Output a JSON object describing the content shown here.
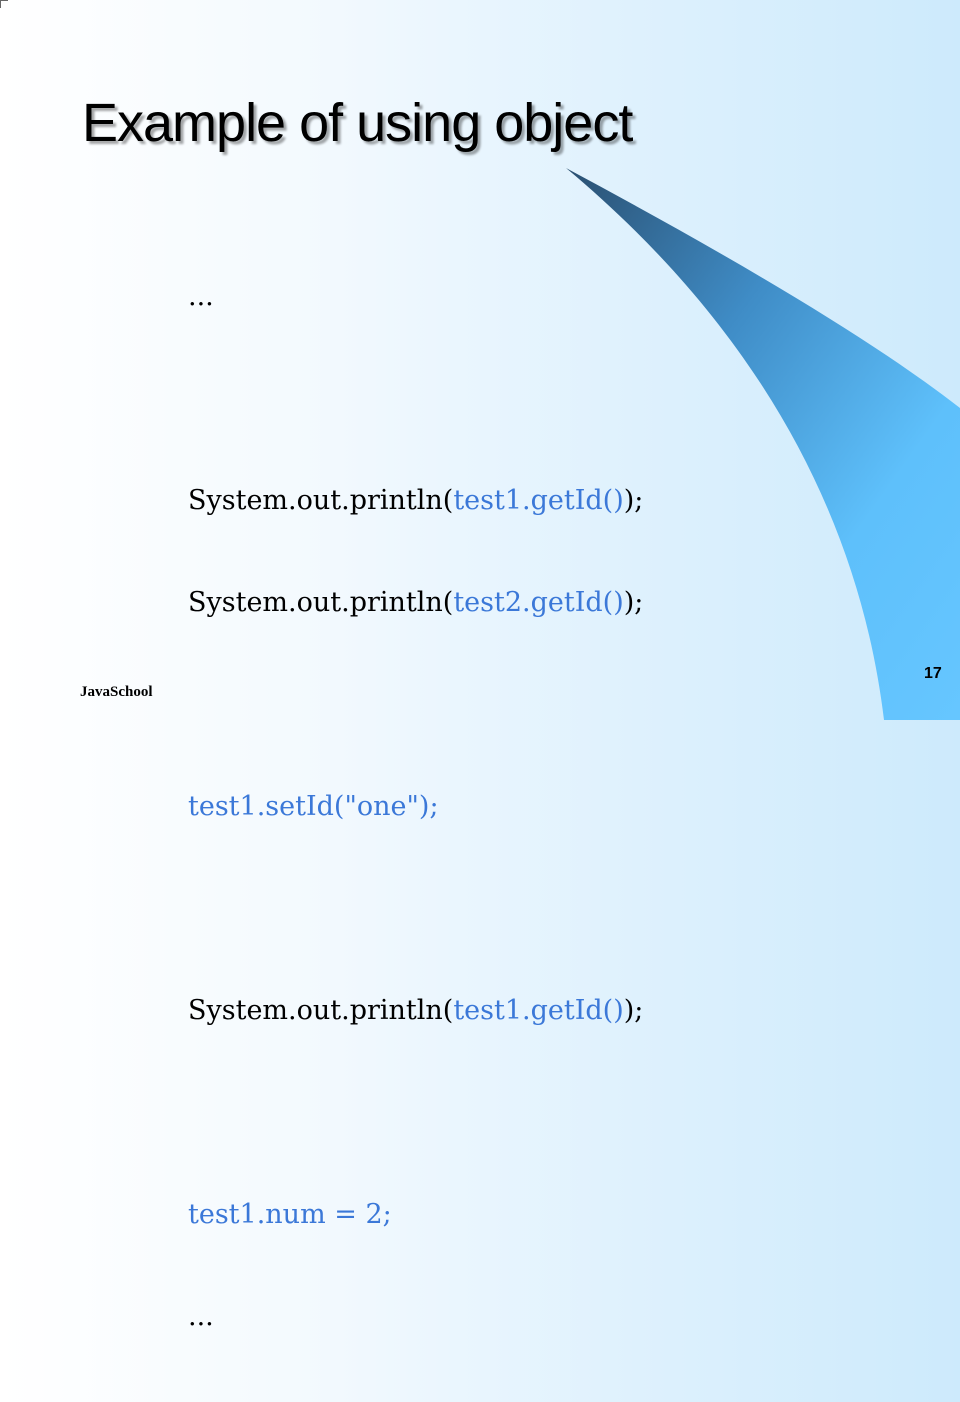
{
  "slide": {
    "title": "Example of using object",
    "code": {
      "l1": "...",
      "l2a": "System.out.println(",
      "l2b": "test1.getId()",
      "l2c": ");",
      "l3a": "System.out.println(",
      "l3b": "test2.getId()",
      "l3c": ");",
      "l4": "test1.setId(\"one\");",
      "l5a": "System.out.println(",
      "l5b": "test1.getId()",
      "l5c": ");",
      "l6": "test1.num = 2;",
      "l7": "..."
    },
    "footer": "JavaSchool",
    "page_number": "17"
  },
  "colors": {
    "highlight": "#3b78d8",
    "swoosh_dark": "#2f5f86",
    "swoosh_light": "#5ec0fb"
  }
}
